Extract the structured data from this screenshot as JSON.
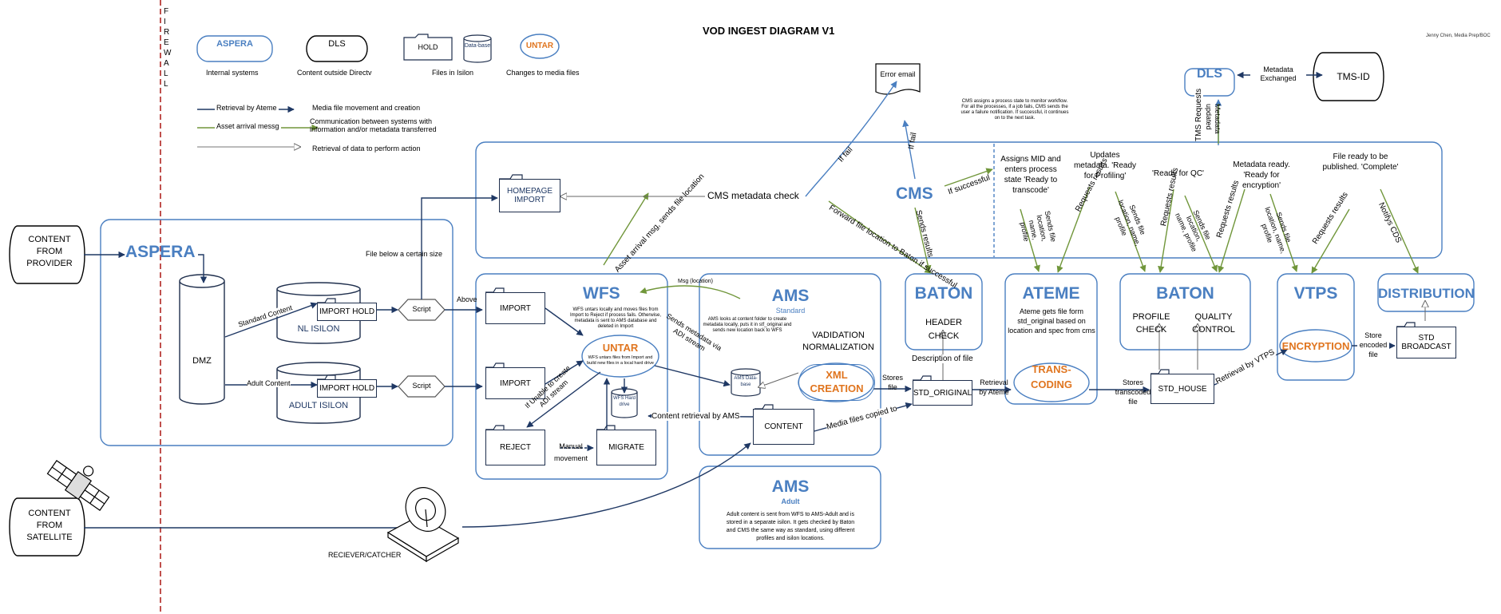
{
  "title": "VOD INGEST DIAGRAM V1",
  "author": "Jenny Chen, Media Prep/BOC",
  "firewall": "FIREWALL",
  "legend": {
    "aspera_sample": "ASPERA",
    "internal_systems": "Internal systems",
    "dls_sample": "DLS",
    "content_outside": "Content outside Directv",
    "hold_sample": "HOLD",
    "database_sample": "Data-base",
    "files_in_isilon": "Files in Isilon",
    "untar_sample": "UNTAR",
    "changes_media": "Changes to media files",
    "retrieval_by_ateme": "Retrieval by Ateme",
    "media_movement": "Media file movement and creation",
    "asset_arrival": "Asset arrival messg",
    "communication": "Communication between systems with information and/or metadata transferred",
    "retrieval_data": "Retrieval of data to perform action"
  },
  "nodes": {
    "content_provider": "CONTENT FROM PROVIDER",
    "content_satellite": "CONTENT FROM SATELLITE",
    "receiver": "RECIEVER/CATCHER",
    "aspera": "ASPERA",
    "dmz": "DMZ",
    "nl_isilon": "NL ISILON",
    "adult_isilon": "ADULT ISILON",
    "import_hold_1": "IMPORT HOLD",
    "import_hold_2": "IMPORT HOLD",
    "script_1": "Script",
    "script_2": "Script",
    "file_below": "File below a certain size",
    "above": "Above",
    "homepage_import": "HOMEPAGE IMPORT",
    "cms_metadata_check": "CMS metadata check",
    "error_email": "Error email",
    "cms": "CMS",
    "cms_note": "CMS assigns a process state to monitor workflow. For all the processes, if a job fails, CMS sends the user a failure notification. If successful, it continues on to the next task.",
    "wfs": "WFS",
    "wfs_note": "WFS untars locally and moves files from Import to Reject if process fails. Otherwise, metadata is sent to AMS database and deleted in Import",
    "import_1": "IMPORT",
    "import_2": "IMPORT",
    "reject": "REJECT",
    "migrate": "MIGRATE",
    "manual_movement": "Manual movement",
    "untar": "UNTAR",
    "untar_note": "WFS untars files from Import and build new files in a local hard drive",
    "wfs_hard_drive": "WFS Hard drive",
    "ams_standard": "AMS",
    "standard": "Standard",
    "ams_note": "AMS looks at content folder to create metadata locally, puts it in stf_original and sends new location back to WFS",
    "ams_database": "AMS Data-base",
    "validation": "VADIDATION NORMALIZATION",
    "xml_creation": "XML CREATION",
    "content": "CONTENT",
    "ams_adult": "AMS",
    "adult": "Adult",
    "ams_adult_note": "Adult content is sent from WFS to AMS-Adult and is stored in a separate isilon. It gets checked by Baton and CMS the same way as standard, using different profiles and isilon locations.",
    "baton_header": "BATON",
    "header_check": "HEADER CHECK",
    "std_original": "STD_ORIGINAL",
    "ateme": "ATEME",
    "ateme_note": "Ateme gets file form std_original based on location and spec from cms",
    "transcoding": "TRANS-CODING",
    "baton_qc": "BATON",
    "profile_check": "PROFILE CHECK",
    "quality_control": "QUALITY CONTROL",
    "std_house": "STD_HOUSE",
    "vtps": "VTPS",
    "encryption": "ENCRYPTION",
    "distribution": "DISTRIBUTION",
    "std_broadcast": "STD BROADCAST",
    "dls": "DLS",
    "tms_id": "TMS-ID",
    "metadata_exchanged": "Metadata Exchanged"
  },
  "labels": {
    "standard_content": "Standard Content",
    "adult_content": "Adult Content",
    "asset_arrival_msg": "Asset arrival msg, sends file location",
    "msg_location": "Msg (location)",
    "if_fail_1": "If fail",
    "if_fail_2": "If fail",
    "if_successful": "If successful",
    "forward_file": "Forward file location to Baton if successful",
    "sends_results": "Sends results",
    "assigns_mid": "Assigns MID and enters process state 'Ready to transcode'",
    "sends_file_name_1": "Sends file location, name, profile",
    "updates_metadata": "Updates metadata. 'Ready for Profiling'",
    "requests_results_1": "Requests results",
    "sends_file_name_2": "Sends file location, name, profile",
    "ready_for_qc": "'Ready for QC'",
    "requests_results_2": "Requests results",
    "sends_file_name_3": "Sends file location, name, profile",
    "metadata_ready": "Metadata ready. 'Ready for encryption'",
    "requests_results_3": "Requests results",
    "sends_file_name_4": "Sends file location, name, profile",
    "file_ready": "File ready to be published. 'Complete'",
    "requests_results_4": "Requests results",
    "notifys_cds": "Notifys CDS",
    "tms_requests": "TMS Requests",
    "metadata_updated": "Metadata updated",
    "sends_metadata_adi": "Sends metadata via ADI stream",
    "if_unable": "If Unable to create ADI stream",
    "content_retrieval": "Content retrieval by AMS",
    "media_copied": "Media files copied to",
    "stores_file": "Stores file",
    "description_of_file": "Description of file",
    "retrieval_by_ateme": "Retrieval by Ateme",
    "stores_transcoded": "Stores transcoded file",
    "retrieval_by_vtps": "Retrieval by VTPS",
    "store_encoded": "Store encoded file"
  },
  "colors": {
    "accent_blue": "#4a7fc1",
    "orange": "#e0751f",
    "navy": "#1f3864",
    "green": "#70963a",
    "firewall_red": "#c0504d"
  },
  "icons": [
    "satellite-icon",
    "dish-icon",
    "document-icon",
    "folder-icon",
    "cylinder-icon",
    "hexagon-icon"
  ]
}
